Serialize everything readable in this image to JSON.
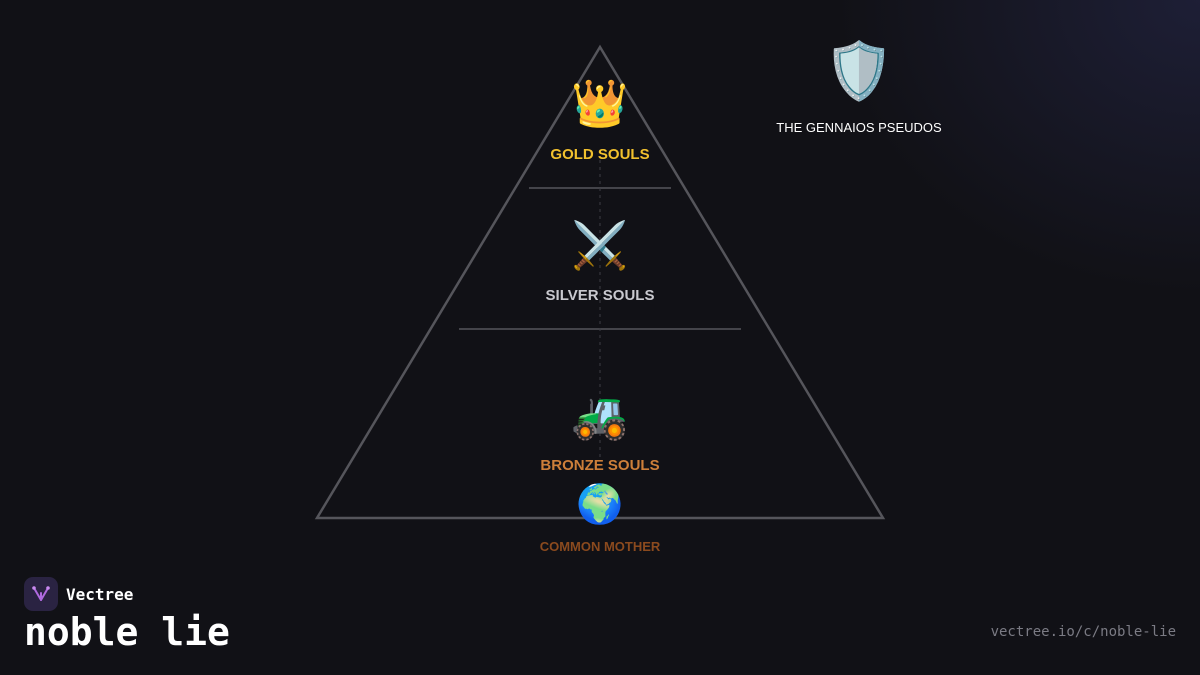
{
  "diagram": {
    "tiers": [
      {
        "icon": "crown-icon",
        "emoji": "👑",
        "label": "GOLD SOULS",
        "color": "#f2c12e"
      },
      {
        "icon": "crossed-swords-icon",
        "emoji": "⚔️",
        "label": "SILVER SOULS",
        "color": "#c9c9cf"
      },
      {
        "icon": "tractor-icon",
        "emoji": "🚜",
        "label": "BRONZE SOULS",
        "color": "#cd7f3a"
      }
    ],
    "base": {
      "icon": "globe-icon",
      "emoji": "🌍",
      "label": "COMMON MOTHER",
      "color": "#8b4a1e"
    },
    "aside": {
      "icon": "shield-icon",
      "emoji": "🛡️",
      "label": "THE GENNAIOS PSEUDOS",
      "color": "#ffffff"
    }
  },
  "branding": {
    "logo_icon": "vectree-logo-icon",
    "name": "Vectree",
    "title": "noble lie",
    "url": "vectree.io/c/noble-lie"
  }
}
